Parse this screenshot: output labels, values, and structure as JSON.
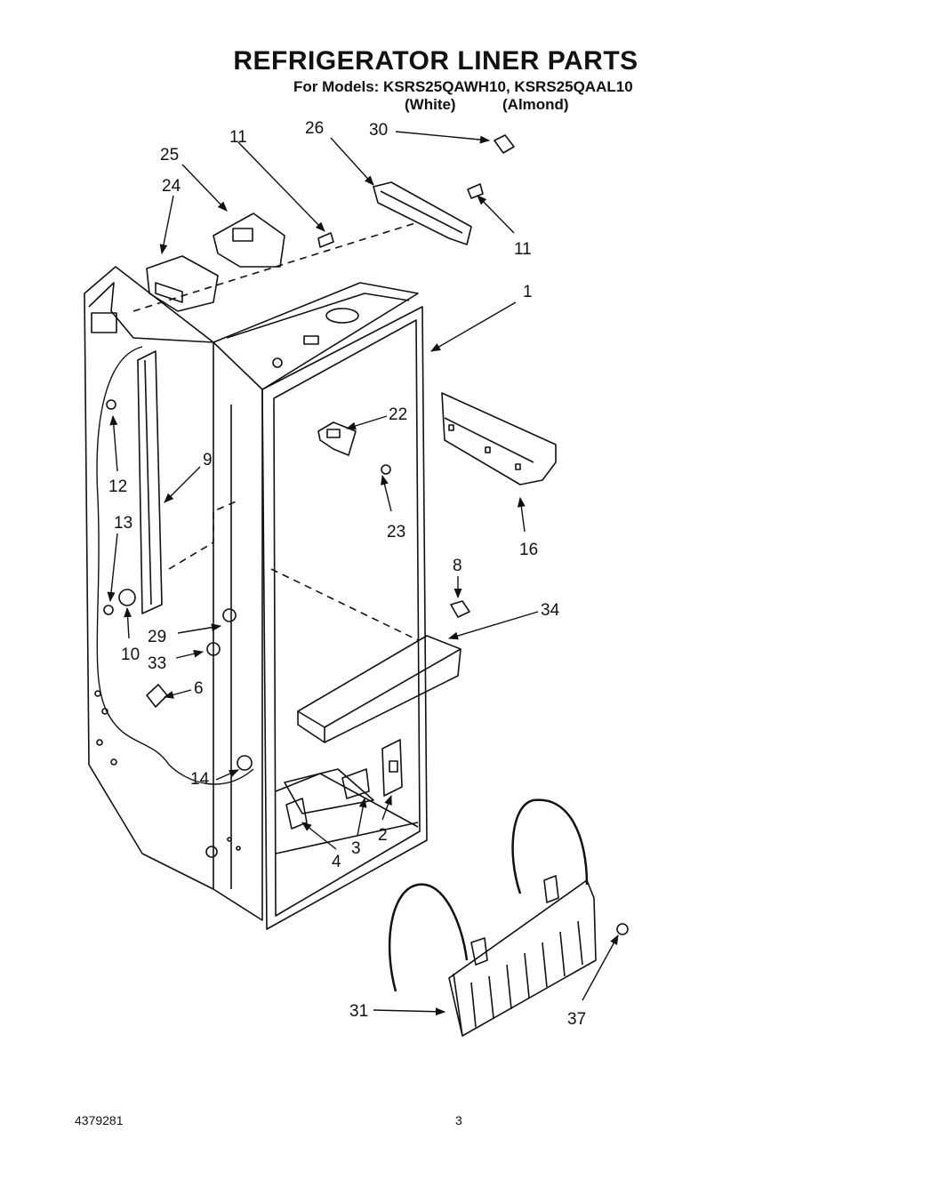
{
  "header": {
    "title": "REFRIGERATOR LINER PARTS",
    "models_line": "For Models: KSRS25QAWH10, KSRS25QAAL10",
    "variant_white": "(White)",
    "variant_almond": "(Almond)"
  },
  "callouts": {
    "c1": "1",
    "c2": "2",
    "c3": "3",
    "c4": "4",
    "c6": "6",
    "c8": "8",
    "c9": "9",
    "c10": "10",
    "c11a": "11",
    "c11b": "11",
    "c12": "12",
    "c13": "13",
    "c14": "14",
    "c16": "16",
    "c22": "22",
    "c23": "23",
    "c24": "24",
    "c25": "25",
    "c26": "26",
    "c29": "29",
    "c30": "30",
    "c31": "31",
    "c33": "33",
    "c34": "34",
    "c37": "37"
  },
  "footer": {
    "doc_number": "4379281",
    "page_number": "3"
  }
}
